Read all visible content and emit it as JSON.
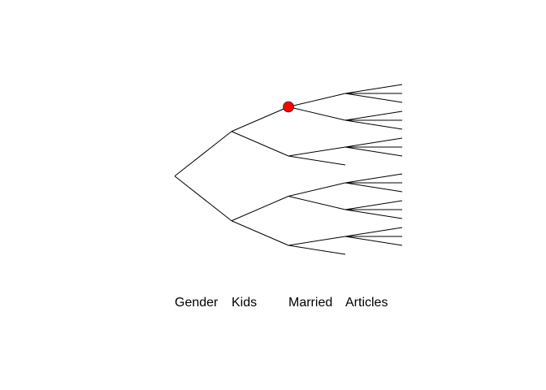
{
  "tree": {
    "levels": [
      "Gender",
      "Kids",
      "Married",
      "Articles"
    ],
    "children": [
      {
        "children": [
          {
            "highlight": true,
            "children": [
              {
                "children": [
                  {},
                  {},
                  {}
                ]
              },
              {
                "children": [
                  {},
                  {},
                  {}
                ]
              }
            ]
          },
          {
            "children": [
              {
                "children": [
                  {},
                  {},
                  {}
                ]
              },
              {}
            ]
          }
        ]
      },
      {
        "children": [
          {
            "children": [
              {
                "children": [
                  {},
                  {},
                  {}
                ]
              },
              {
                "children": [
                  {},
                  {},
                  {}
                ]
              }
            ]
          },
          {
            "children": [
              {
                "children": [
                  {},
                  {},
                  {}
                ]
              },
              {}
            ]
          }
        ]
      }
    ]
  },
  "colors": {
    "edge": "#000000",
    "highlight_node": "#ff0000"
  }
}
